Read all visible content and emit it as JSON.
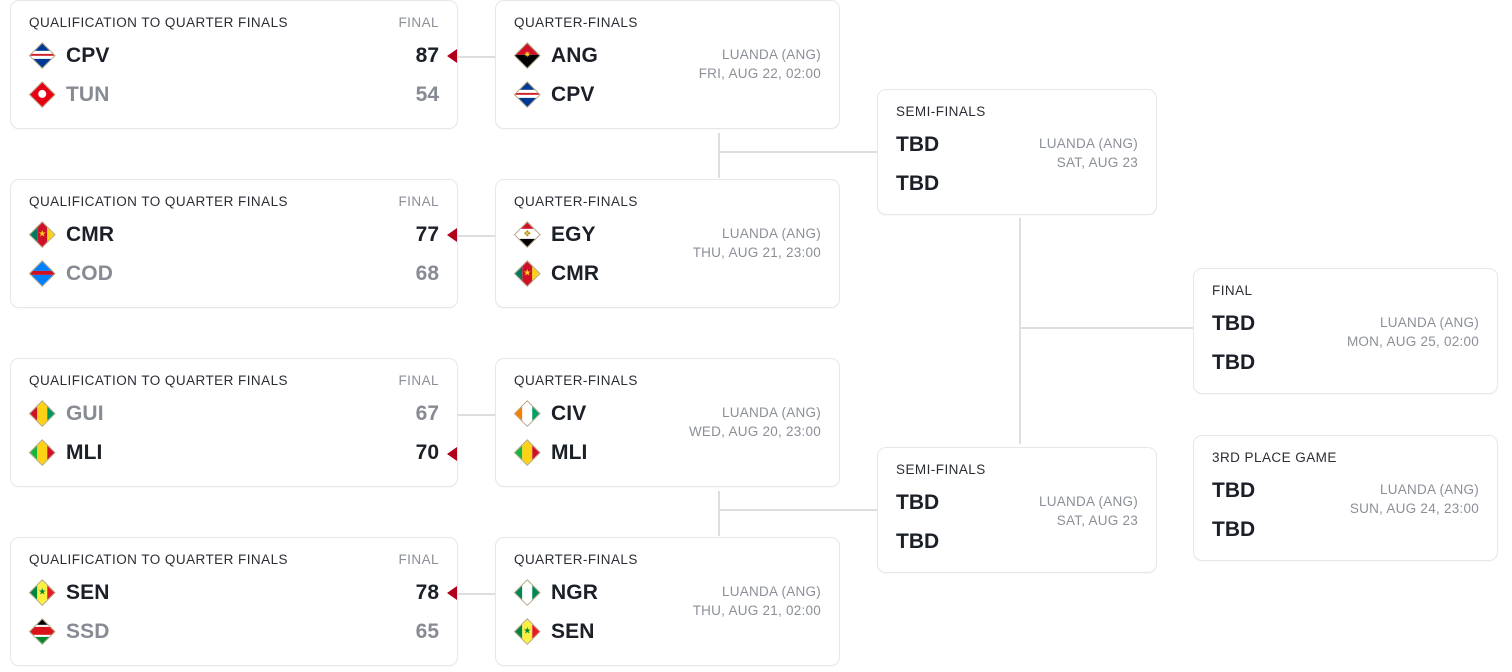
{
  "bracket": {
    "columns": [
      {
        "key": "qualification",
        "label": "Qualification"
      },
      {
        "key": "quarterfinals",
        "label": "Quarter-Finals"
      },
      {
        "key": "semifinals",
        "label": "Semi-Finals"
      },
      {
        "key": "finals",
        "label": "Finals"
      }
    ]
  },
  "labels": {
    "qualification_round": "QUALIFICATION TO QUARTER FINALS",
    "final_score_label": "FINAL",
    "quarter_finals": "QUARTER-FINALS",
    "semi_finals": "SEMI-FINALS",
    "final": "FINAL",
    "third_place": "3RD PLACE GAME",
    "tbd": "TBD",
    "venue": "LUANDA (ANG)"
  },
  "colors": {
    "winner_text": "#1b1f27",
    "loser_text": "#878b93",
    "muted_text": "#8b8f98",
    "arrow": "#b2001a",
    "connector": "#dedede",
    "card_border": "#e7e7e8",
    "card_bg": "#ffffff"
  },
  "qualification": [
    {
      "round_label": "QUALIFICATION TO QUARTER FINALS",
      "score_label": "FINAL",
      "teams": [
        {
          "abbr": "CPV",
          "score": "87",
          "winner": true,
          "flag": "cape-verde"
        },
        {
          "abbr": "TUN",
          "score": "54",
          "winner": false,
          "flag": "tunisia"
        }
      ]
    },
    {
      "round_label": "QUALIFICATION TO QUARTER FINALS",
      "score_label": "FINAL",
      "teams": [
        {
          "abbr": "CMR",
          "score": "77",
          "winner": true,
          "flag": "cameroon"
        },
        {
          "abbr": "COD",
          "score": "68",
          "winner": false,
          "flag": "dr-congo"
        }
      ]
    },
    {
      "round_label": "QUALIFICATION TO QUARTER FINALS",
      "score_label": "FINAL",
      "teams": [
        {
          "abbr": "GUI",
          "score": "67",
          "winner": false,
          "flag": "guinea"
        },
        {
          "abbr": "MLI",
          "score": "70",
          "winner": true,
          "flag": "mali"
        }
      ]
    },
    {
      "round_label": "QUALIFICATION TO QUARTER FINALS",
      "score_label": "FINAL",
      "teams": [
        {
          "abbr": "SEN",
          "score": "78",
          "winner": true,
          "flag": "senegal"
        },
        {
          "abbr": "SSD",
          "score": "65",
          "winner": false,
          "flag": "south-sudan"
        }
      ]
    }
  ],
  "quarterfinals": [
    {
      "round_label": "QUARTER-FINALS",
      "venue": "LUANDA (ANG)",
      "datetime": "FRI, AUG 22, 02:00",
      "teams": [
        {
          "abbr": "ANG",
          "flag": "angola"
        },
        {
          "abbr": "CPV",
          "flag": "cape-verde"
        }
      ]
    },
    {
      "round_label": "QUARTER-FINALS",
      "venue": "LUANDA (ANG)",
      "datetime": "THU, AUG 21, 23:00",
      "teams": [
        {
          "abbr": "EGY",
          "flag": "egypt"
        },
        {
          "abbr": "CMR",
          "flag": "cameroon"
        }
      ]
    },
    {
      "round_label": "QUARTER-FINALS",
      "venue": "LUANDA (ANG)",
      "datetime": "WED, AUG 20, 23:00",
      "teams": [
        {
          "abbr": "CIV",
          "flag": "ivory-coast"
        },
        {
          "abbr": "MLI",
          "flag": "mali"
        }
      ]
    },
    {
      "round_label": "QUARTER-FINALS",
      "venue": "LUANDA (ANG)",
      "datetime": "THU, AUG 21, 02:00",
      "teams": [
        {
          "abbr": "NGR",
          "flag": "nigeria"
        },
        {
          "abbr": "SEN",
          "flag": "senegal"
        }
      ]
    }
  ],
  "semifinals": [
    {
      "round_label": "SEMI-FINALS",
      "venue": "LUANDA (ANG)",
      "datetime": "SAT, AUG 23",
      "teams": [
        {
          "abbr": "TBD"
        },
        {
          "abbr": "TBD"
        }
      ]
    },
    {
      "round_label": "SEMI-FINALS",
      "venue": "LUANDA (ANG)",
      "datetime": "SAT, AUG 23",
      "teams": [
        {
          "abbr": "TBD"
        },
        {
          "abbr": "TBD"
        }
      ]
    }
  ],
  "finals": [
    {
      "round_label": "FINAL",
      "venue": "LUANDA (ANG)",
      "datetime": "MON, AUG 25, 02:00",
      "teams": [
        {
          "abbr": "TBD"
        },
        {
          "abbr": "TBD"
        }
      ]
    },
    {
      "round_label": "3RD PLACE GAME",
      "venue": "LUANDA (ANG)",
      "datetime": "SUN, AUG 24, 23:00",
      "teams": [
        {
          "abbr": "TBD"
        },
        {
          "abbr": "TBD"
        }
      ]
    }
  ]
}
